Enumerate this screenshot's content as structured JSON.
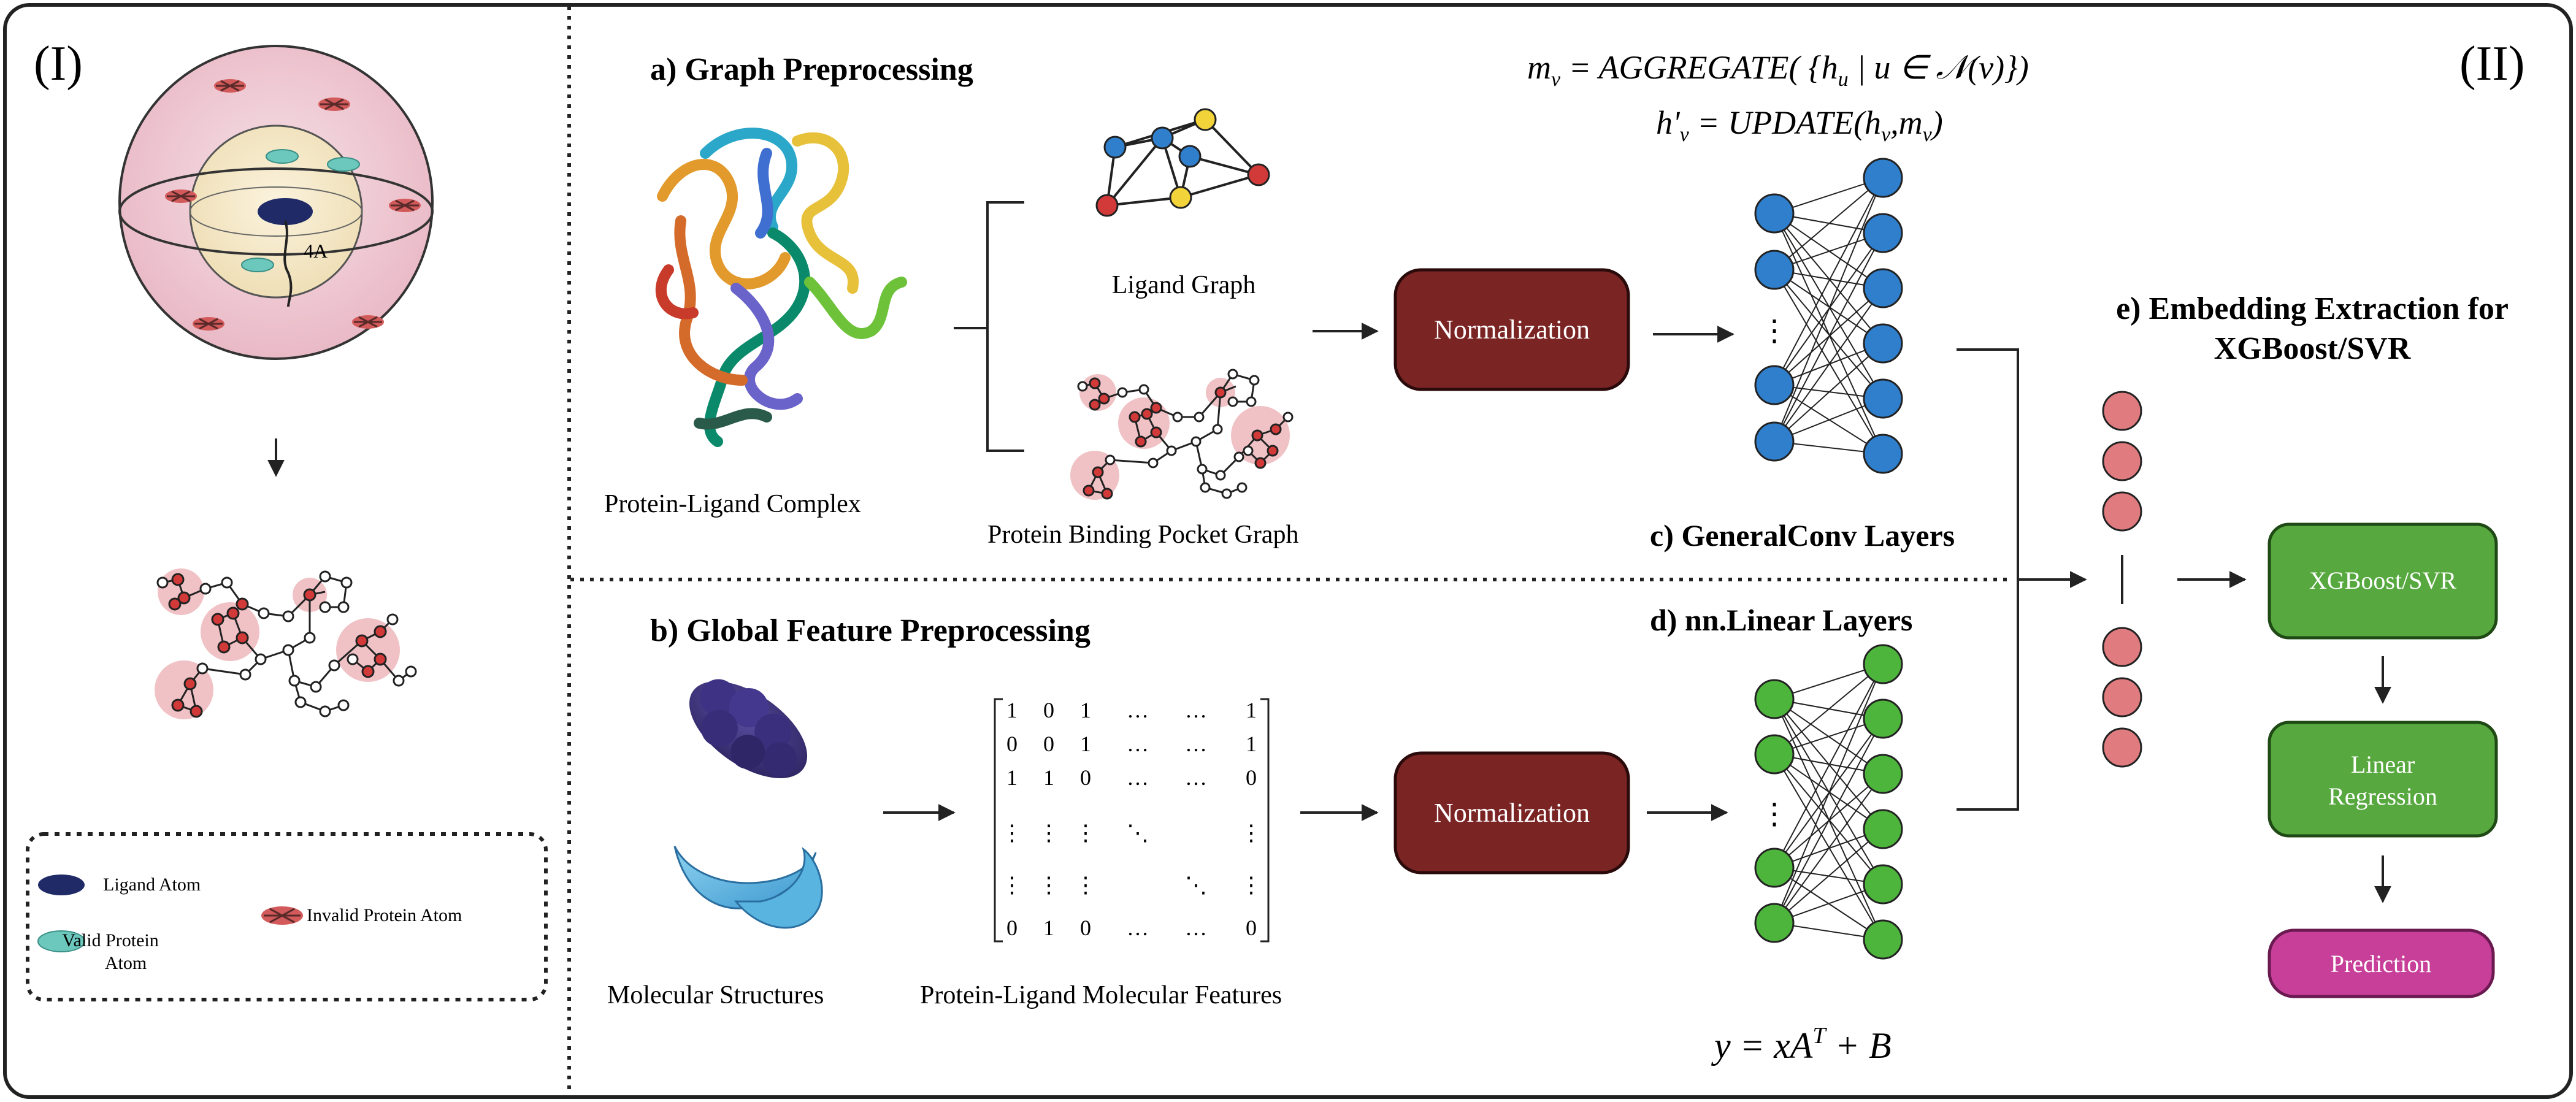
{
  "panel_left": {
    "label": "(I)",
    "distance_label": "4A",
    "legend": {
      "ligand_atom": "Ligand Atom",
      "valid_protein_atom_line1": "Valid Protein",
      "valid_protein_atom_line2": "Atom",
      "invalid_protein_atom": "Invalid Protein Atom"
    }
  },
  "panel_right": {
    "label": "(II)",
    "section_a": {
      "title": "a) Graph Preprocessing",
      "complex_label": "Protein-Ligand Complex",
      "ligand_graph_label": "Ligand Graph",
      "pocket_graph_label": "Protein Binding Pocket Graph"
    },
    "equation_1": {
      "m": "m",
      "sub": "v",
      "rhs": " = AGGREGATE( {h",
      "hsub": "u",
      "rest": " | u ∈ 𝒩(v)})"
    },
    "equation_2": {
      "text": "h'",
      "sub1": "v",
      "mid": " = UPDATE(h",
      "sub2": "v",
      "mid2": ",m",
      "sub3": "v",
      "end": ")"
    },
    "normalization_1": "Normalization",
    "normalization_2": "Normalization",
    "generalconv_label": "c) GeneralConv Layers",
    "linear_label": "d) nn.Linear Layers",
    "section_b": {
      "title": "b) Global Feature Preprocessing",
      "molecular_label": "Molecular Structures",
      "features_label": "Protein-Ligand Molecular Features",
      "matrix_rows": [
        [
          "1",
          "0",
          "1",
          "…",
          "…",
          "1"
        ],
        [
          "0",
          "0",
          "1",
          "…",
          "…",
          "1"
        ],
        [
          "1",
          "1",
          "0",
          "…",
          "…",
          "0"
        ],
        [
          "⋮",
          "⋮",
          "⋮",
          "⋱",
          "",
          "⋮"
        ],
        [
          "⋮",
          "⋮",
          "⋮",
          "",
          "⋱",
          "⋮"
        ],
        [
          "0",
          "1",
          "0",
          "…",
          "…",
          "0"
        ]
      ]
    },
    "linear_equation": {
      "pre": "y = xA",
      "sup": "T",
      "post": " + B"
    },
    "section_e": {
      "title_line1": "e) Embedding Extraction for",
      "title_line2": "XGBoost/SVR"
    },
    "boxes": {
      "xgb": "XGBoost/SVR",
      "linreg_line1": "Linear",
      "linreg_line2": "Regression",
      "prediction": "Prediction"
    }
  },
  "colors": {
    "normalization": "#7a2424",
    "green_box": "#56a83f",
    "prediction": "#c73f99",
    "blue_node": "#2f7fcd",
    "green_node": "#4eb53c",
    "pink_node": "#e07b7f",
    "ligand_navy": "#1f2a66",
    "valid_teal": "#6cc7bd",
    "invalid_red": "#d25a5a"
  }
}
